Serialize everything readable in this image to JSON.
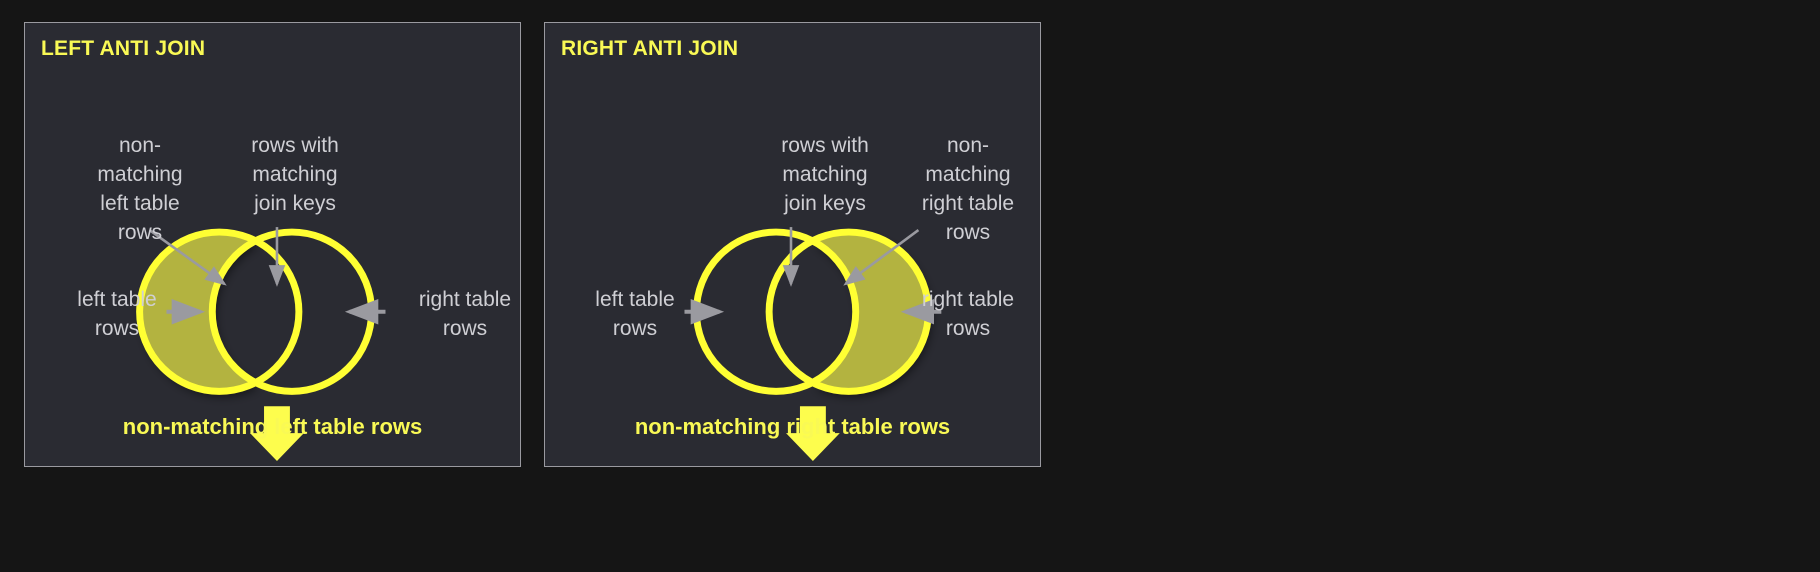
{
  "background": {
    "page_color": "#151515",
    "panel_color": "#2a2b32",
    "panel_border_color": "#9a9aa0",
    "accent_yellow": "#f9f955",
    "circle_stroke": "#ffff33",
    "circle_fill": "#b3b340",
    "label_color": "#cfcfd4",
    "arrow_color": "#9a9aa0"
  },
  "panels": [
    {
      "id": "left-anti-join",
      "title": "LEFT ANTI JOIN",
      "labels": {
        "non_matching": "non-\nmatching\nleft table\nrows",
        "matching_keys": "rows with\nmatching\njoin keys",
        "left_table": "left table\nrows",
        "right_table": "right table\nrows"
      },
      "result": "non-matching left table rows",
      "highlighted_region": "left-only"
    },
    {
      "id": "right-anti-join",
      "title": "RIGHT ANTI JOIN",
      "labels": {
        "matching_keys": "rows with\nmatching\njoin keys",
        "non_matching": "non-\nmatching\nright table\nrows",
        "left_table": "left table\nrows",
        "right_table": "right table\nrows"
      },
      "result": "non-matching right table rows",
      "highlighted_region": "right-only"
    }
  ]
}
